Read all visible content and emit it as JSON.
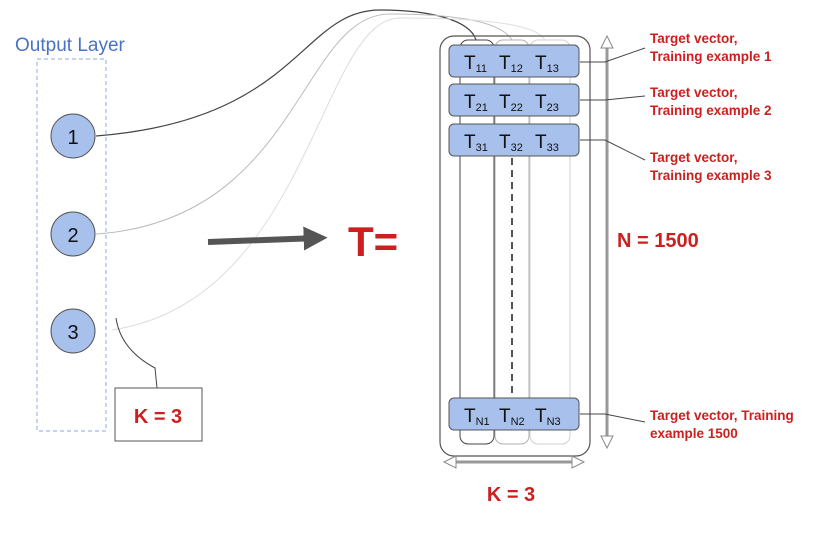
{
  "output_layer": {
    "title": "Output Layer",
    "nodes": [
      "1",
      "2",
      "3"
    ],
    "k_box": "K = 3"
  },
  "equals": "T=",
  "matrix": {
    "rows": [
      [
        "T",
        "11",
        "T",
        "12",
        "T",
        "13"
      ],
      [
        "T",
        "21",
        "T",
        "22",
        "T",
        "23"
      ],
      [
        "T",
        "31",
        "T",
        "32",
        "T",
        "33"
      ],
      [
        "T",
        "N1",
        "T",
        "N2",
        "T",
        "N3"
      ]
    ],
    "n_label": "N = 1500",
    "k_label": "K = 3"
  },
  "annotations": [
    [
      "Target vector,",
      "Training example 1"
    ],
    [
      "Target vector,",
      "Training example 2"
    ],
    [
      "Target vector,",
      "Training example 3"
    ],
    [
      "Target vector, Training",
      "example 1500"
    ]
  ],
  "colors": {
    "title_blue": "#4a72c4",
    "node_fill": "#a7c0ec",
    "accent_red": "#cc1f1f",
    "cell_fill": "#a7c0ec",
    "dashed_border": "#9dbbe6"
  }
}
